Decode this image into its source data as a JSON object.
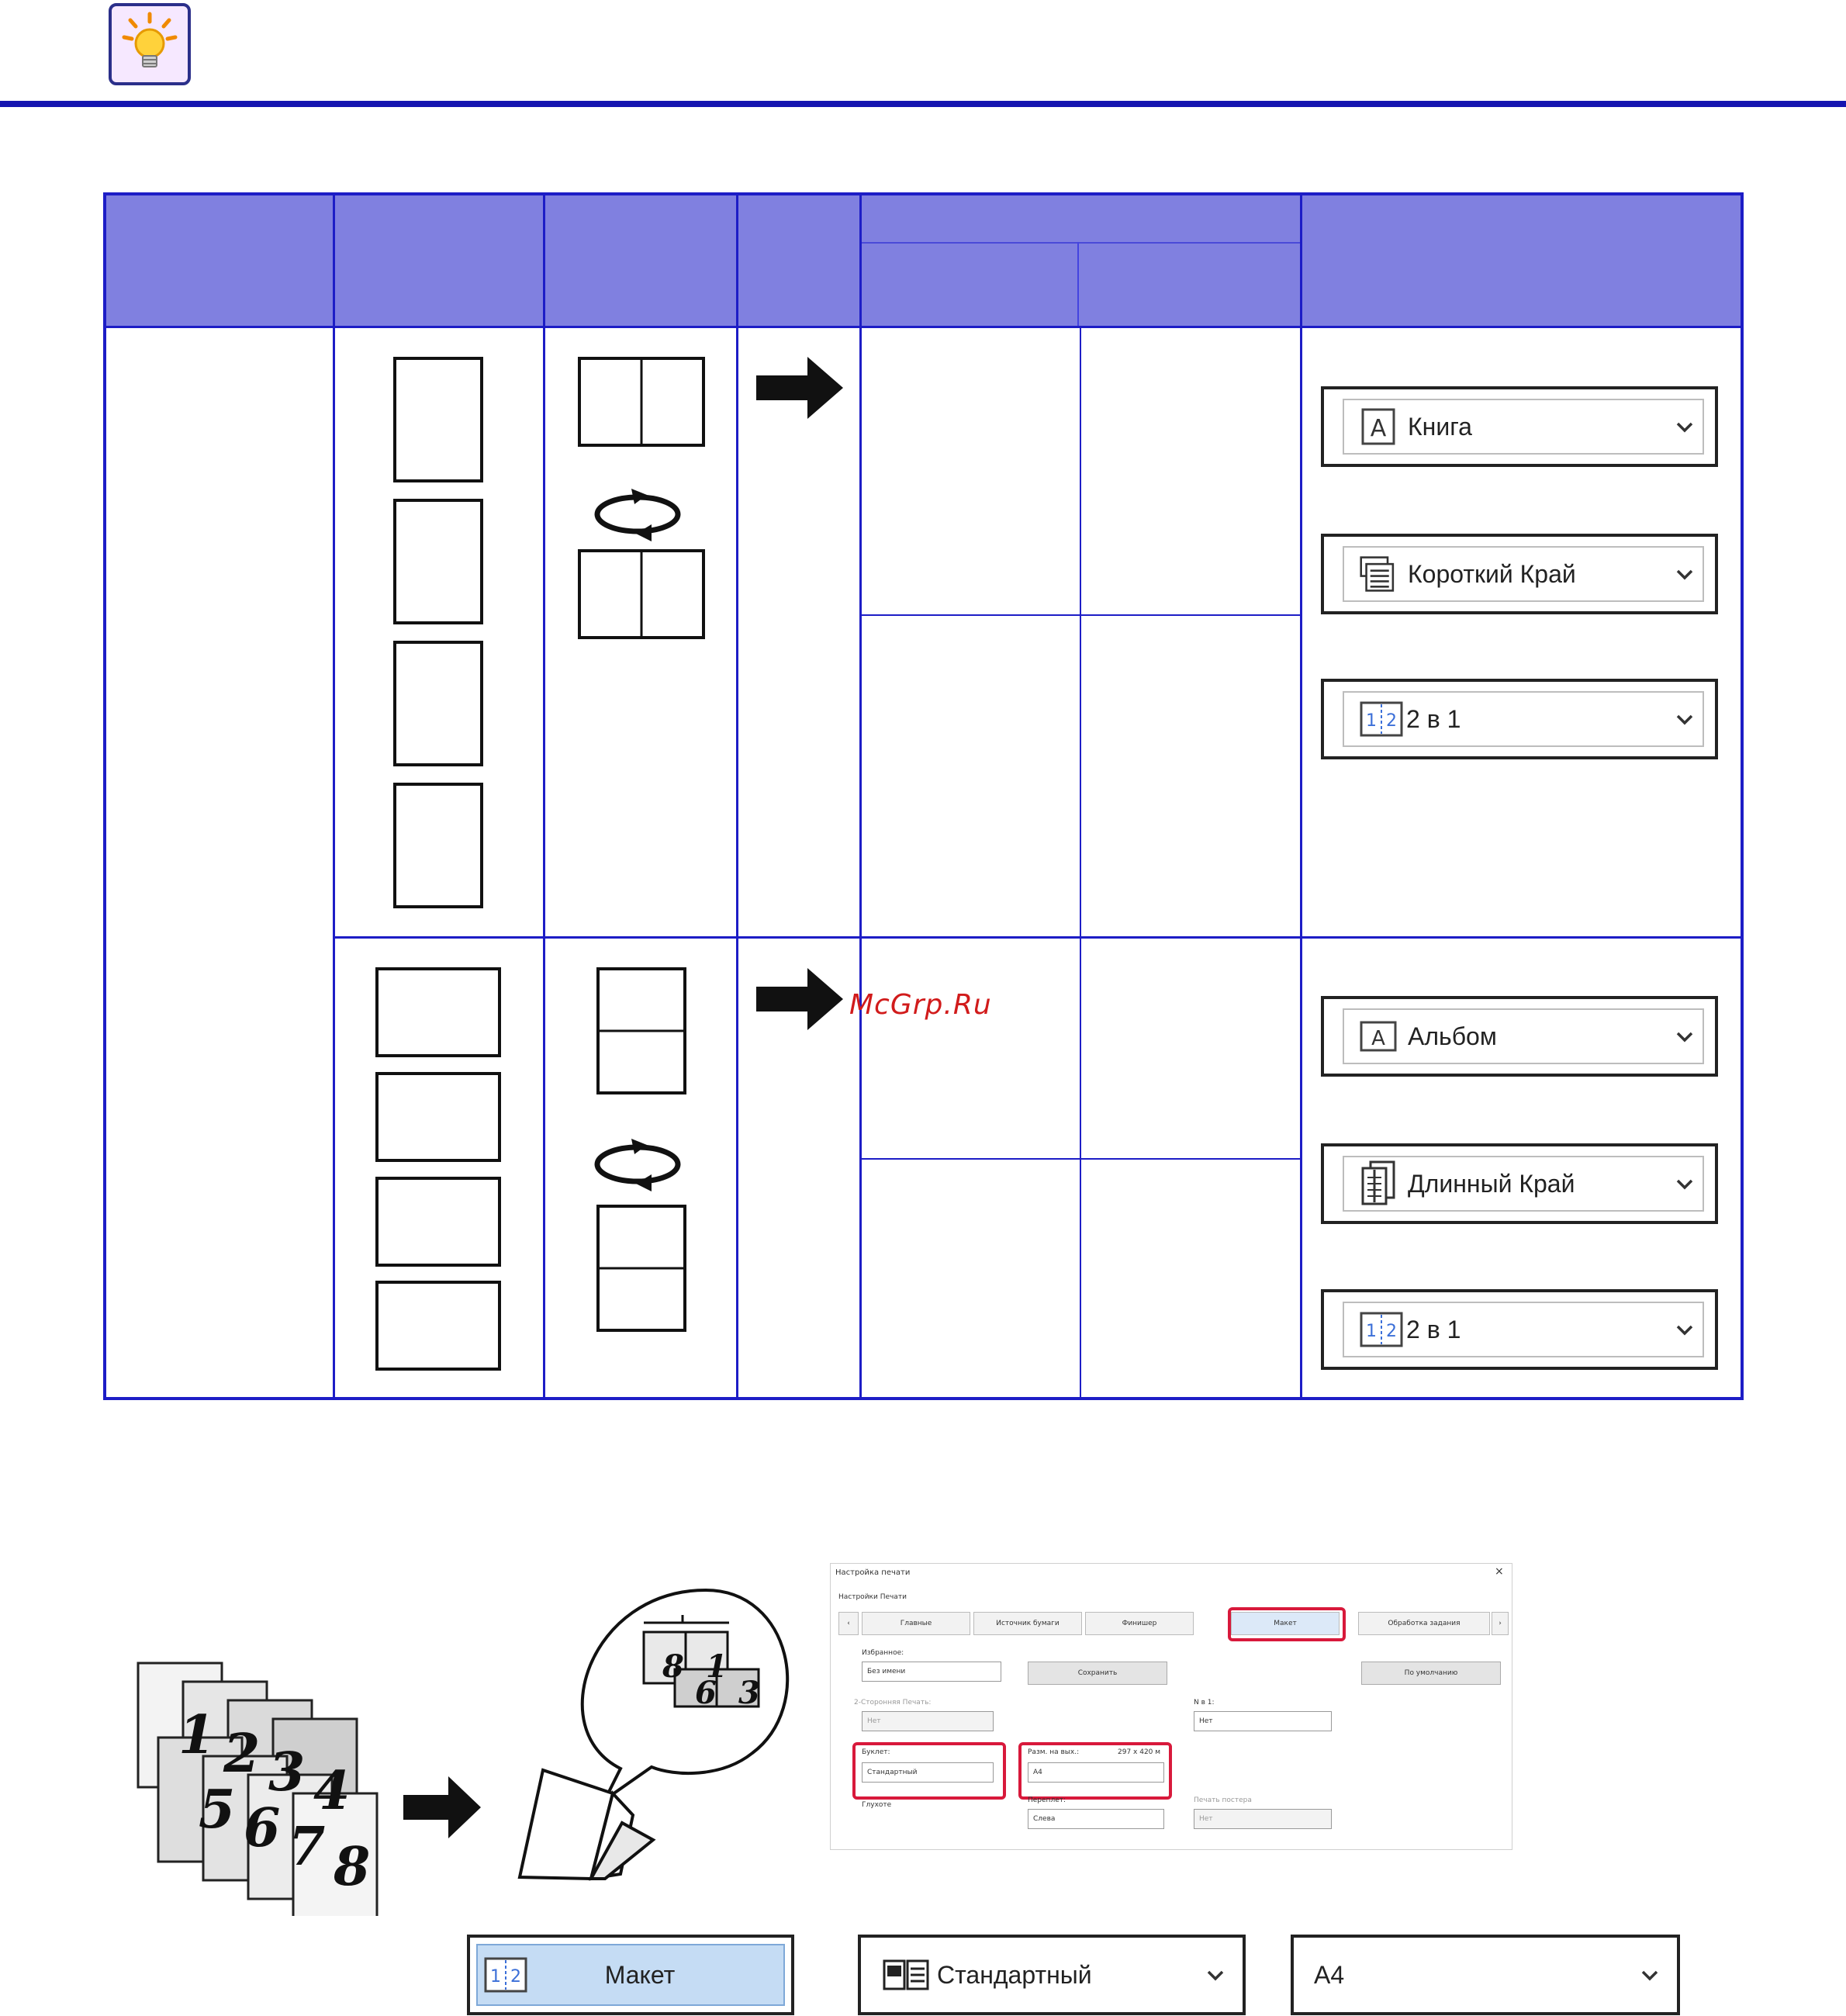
{
  "header": {
    "icon": "lightbulb-icon"
  },
  "table_rows": [
    {
      "orientation": "portrait",
      "settings": [
        {
          "icon": "letter-a-icon",
          "label": "Книга"
        },
        {
          "icon": "short-edge-icon",
          "label": "Короткий Край"
        },
        {
          "icon": "two-up-icon",
          "label": "2 в 1"
        }
      ]
    },
    {
      "orientation": "landscape",
      "settings": [
        {
          "icon": "letter-a-icon",
          "label": "Альбом"
        },
        {
          "icon": "long-edge-icon",
          "label": "Длинный Край"
        },
        {
          "icon": "two-up-icon",
          "label": "2 в 1"
        }
      ]
    }
  ],
  "watermark": "McGrp.Ru",
  "booklet_illustration": {
    "pages": [
      "1",
      "2",
      "3",
      "4",
      "5",
      "6",
      "7",
      "8"
    ],
    "callout_pages": [
      "8",
      "1",
      "6",
      "3"
    ]
  },
  "dialog": {
    "title": "Настройка печати",
    "section": "Настройки Печати",
    "tabs": [
      "Главные",
      "Источник бумаги",
      "Финишер",
      "Макет",
      "Обработка задания"
    ],
    "favorites_label": "Избранное:",
    "favorites_value": "Без имени",
    "save_button": "Сохранить",
    "defaults_button": "По умолчанию",
    "duplex_label": "2-Сторонняя Печать:",
    "duplex_value": "Нет",
    "nup_label": "N в 1:",
    "nup_value": "Нет",
    "booklet_label": "Буклет:",
    "booklet_value": "Стандартный",
    "output_size_label": "Разм. на вых.:",
    "output_size_dims": "297 x 420 м",
    "output_size_value": "A4",
    "binding_label": "Переплет:",
    "binding_value": "Слева",
    "poster_label": "Печать постера",
    "poster_value": "Нет",
    "gutter_label": "Глухоте"
  },
  "bottom_controls": {
    "layout_tab": "Макет",
    "booklet_select": "Стандартный",
    "size_select": "A4"
  }
}
